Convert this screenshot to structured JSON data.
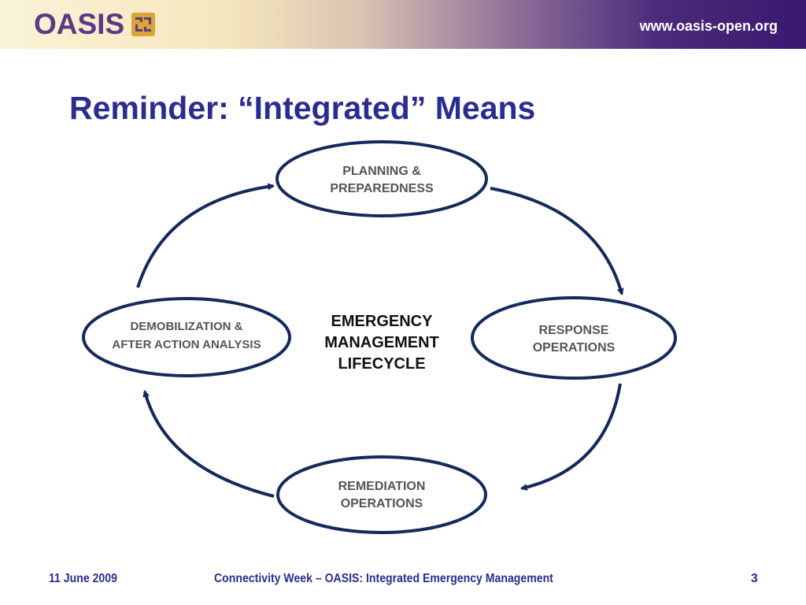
{
  "header": {
    "logo_text": "OASIS",
    "logo_mark_icon": "oasis-mark-icon",
    "url": "www.oasis-open.org"
  },
  "slide": {
    "title": "Reminder: “Integrated” Means"
  },
  "diagram": {
    "center_lines": [
      "EMERGENCY",
      "MANAGEMENT",
      "LIFECYCLE"
    ],
    "nodes": [
      {
        "id": "planning",
        "lines": [
          "PLANNING &",
          "PREPAREDNESS"
        ]
      },
      {
        "id": "response",
        "lines": [
          "RESPONSE",
          "OPERATIONS"
        ]
      },
      {
        "id": "remediation",
        "lines": [
          "REMEDIATION",
          "OPERATIONS"
        ]
      },
      {
        "id": "demobilization",
        "lines": [
          "DEMOBILIZATION &",
          "AFTER ACTION ANALYSIS"
        ]
      }
    ],
    "colors": {
      "stroke": "#152a5c",
      "text": "#555555",
      "center_text": "#111111"
    }
  },
  "footer": {
    "date": "11 June 2009",
    "center": "Connectivity Week – OASIS: Integrated Emergency Management",
    "page": "3"
  }
}
